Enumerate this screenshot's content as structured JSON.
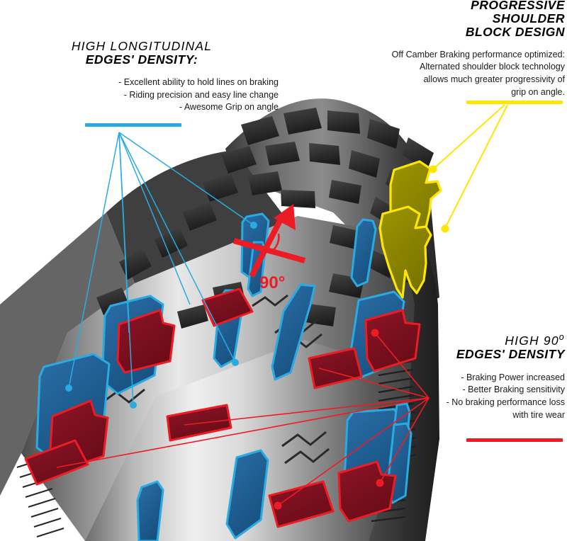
{
  "diagram": {
    "subject": "mountain bike tire tread pattern",
    "angle_annotation": {
      "label": "90°",
      "color": "#ed1c24"
    }
  },
  "callouts": [
    {
      "id": "longitudinal",
      "heading_line1": "HIGH LONGITUDINAL",
      "heading_line2": "EDGES' DENSITY:",
      "bullets": [
        "- Excellent  ability to hold lines on braking",
        "- Riding precision and easy line change",
        "- Awesome Grip on angle"
      ],
      "accent_color": "#29abe2"
    },
    {
      "id": "shoulder",
      "heading_line1": "PROGRESSIVE",
      "heading_line2": "SHOULDER",
      "heading_line3": "BLOCK DESIGN",
      "body_line1": "Off Camber Braking performance optimized:",
      "body_line2": "Alternated shoulder block technology",
      "body_line3": "allows much greater progressivity of",
      "body_line4": "grip on angle.",
      "accent_color": "#ffe600"
    },
    {
      "id": "ninety",
      "heading_line1": "HIGH 90",
      "heading_degree": "o",
      "heading_line2": "EDGES' DENSITY",
      "bullets": [
        "- Braking Power increased",
        "- Better Braking sensitivity",
        "- No braking performance loss",
        "with tire wear"
      ],
      "accent_color": "#ed1c24"
    }
  ],
  "colors": {
    "blue_outline": "#29abe2",
    "blue_fill": "#1d5f96",
    "red_outline": "#ed1c24",
    "red_fill": "#7a1020",
    "yellow_outline": "#ffe600",
    "yellow_fill": "#8a8500",
    "tire_dark": "#2b2b2b",
    "tire_mid": "#5a5a5a",
    "tire_light": "#d8d8d8",
    "background": "#ffffff"
  }
}
